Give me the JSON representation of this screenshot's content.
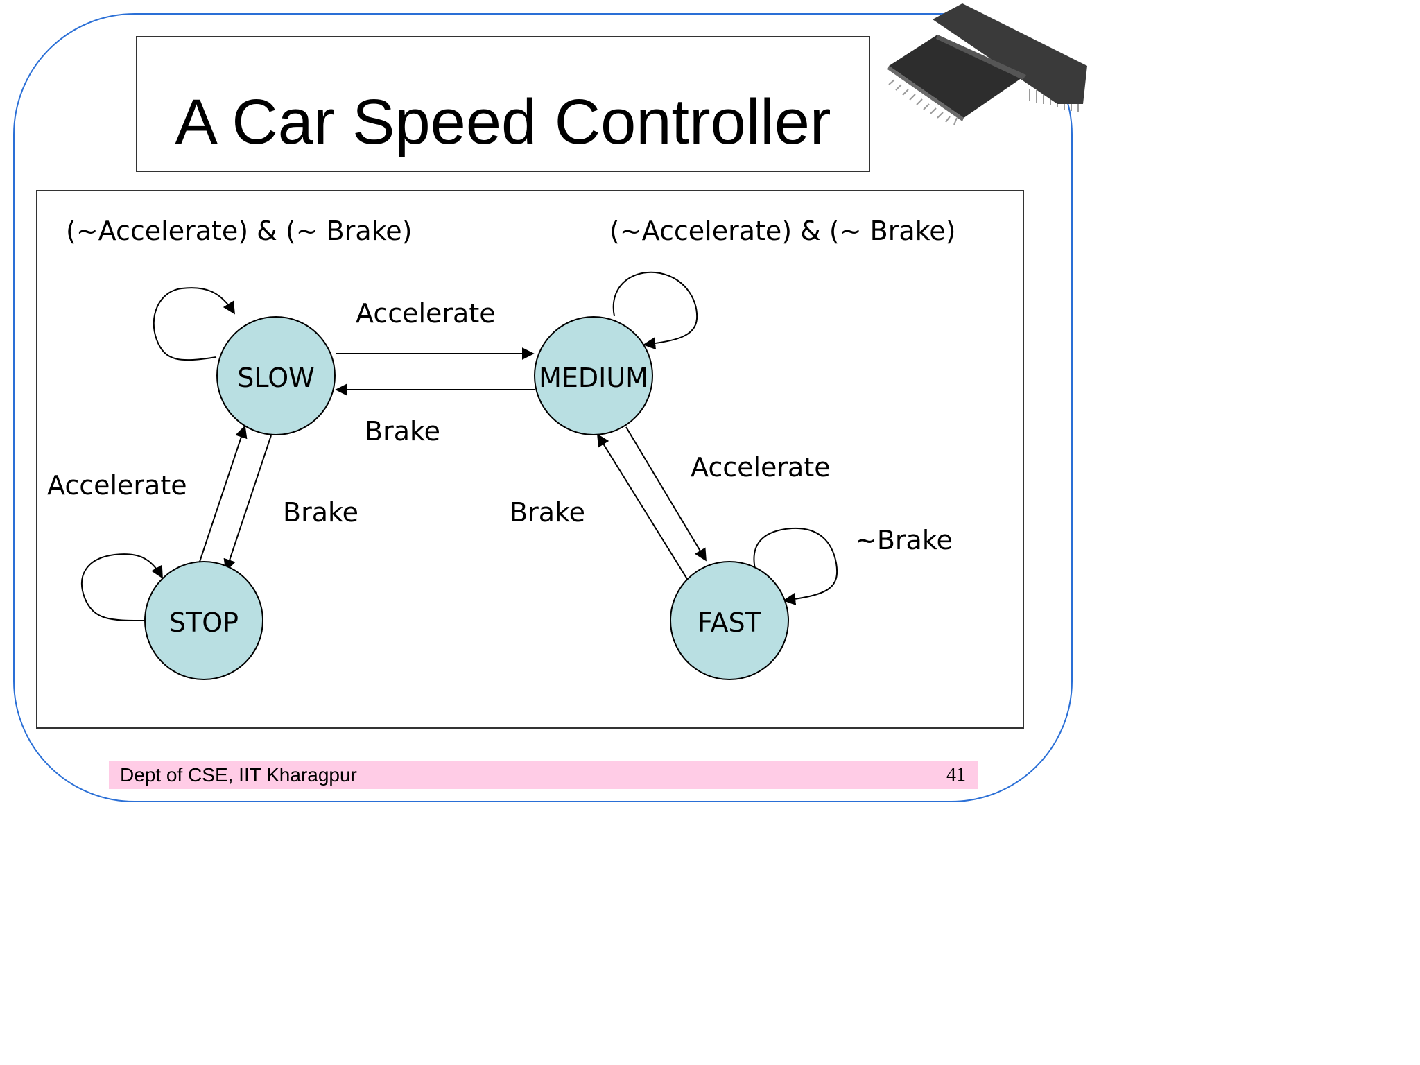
{
  "slide": {
    "title": "A Car Speed Controller",
    "footer_text": "Dept of CSE, IIT Kharagpur",
    "page_number": "41"
  },
  "diagram": {
    "states": {
      "slow": "SLOW",
      "medium": "MEDIUM",
      "stop": "STOP",
      "fast": "FAST"
    },
    "labels": {
      "slow_self": "(~Accelerate) & (~ Brake)",
      "medium_self": "(~Accelerate) & (~ Brake)",
      "slow_to_medium": "Accelerate",
      "medium_to_slow": "Brake",
      "stop_to_slow": "Accelerate",
      "slow_to_stop": "Brake",
      "fast_to_medium": "Brake",
      "medium_to_fast": "Accelerate",
      "fast_self": "~Brake"
    }
  },
  "colors": {
    "state_fill": "#b9dfe2",
    "frame_border": "#2a6fd6",
    "footer_bg": "#ffcce6"
  }
}
